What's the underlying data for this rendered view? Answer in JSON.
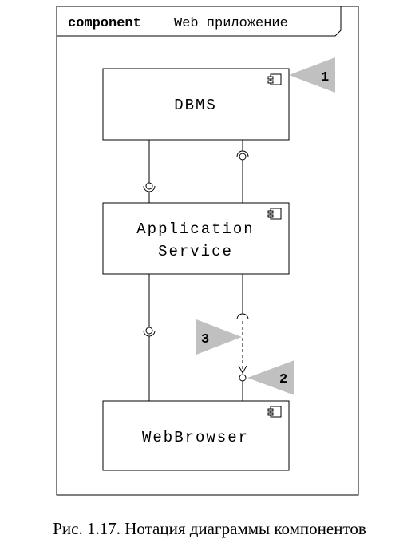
{
  "frame": {
    "keyword": "component",
    "name": "Web приложение"
  },
  "components": {
    "dbms": {
      "label": "DBMS"
    },
    "app_service": {
      "line1": "Application",
      "line2": "Service"
    },
    "web_browser": {
      "label": "WebBrowser"
    }
  },
  "callouts": {
    "c1": "1",
    "c2": "2",
    "c3": "3"
  },
  "caption": "Рис. 1.17. Нотация диаграммы компонентов",
  "colors": {
    "stroke": "#000000",
    "callout_fill": "#c0c0c0"
  },
  "icons": [
    "component-icon",
    "provided-interface-lollipop",
    "required-interface-socket"
  ]
}
